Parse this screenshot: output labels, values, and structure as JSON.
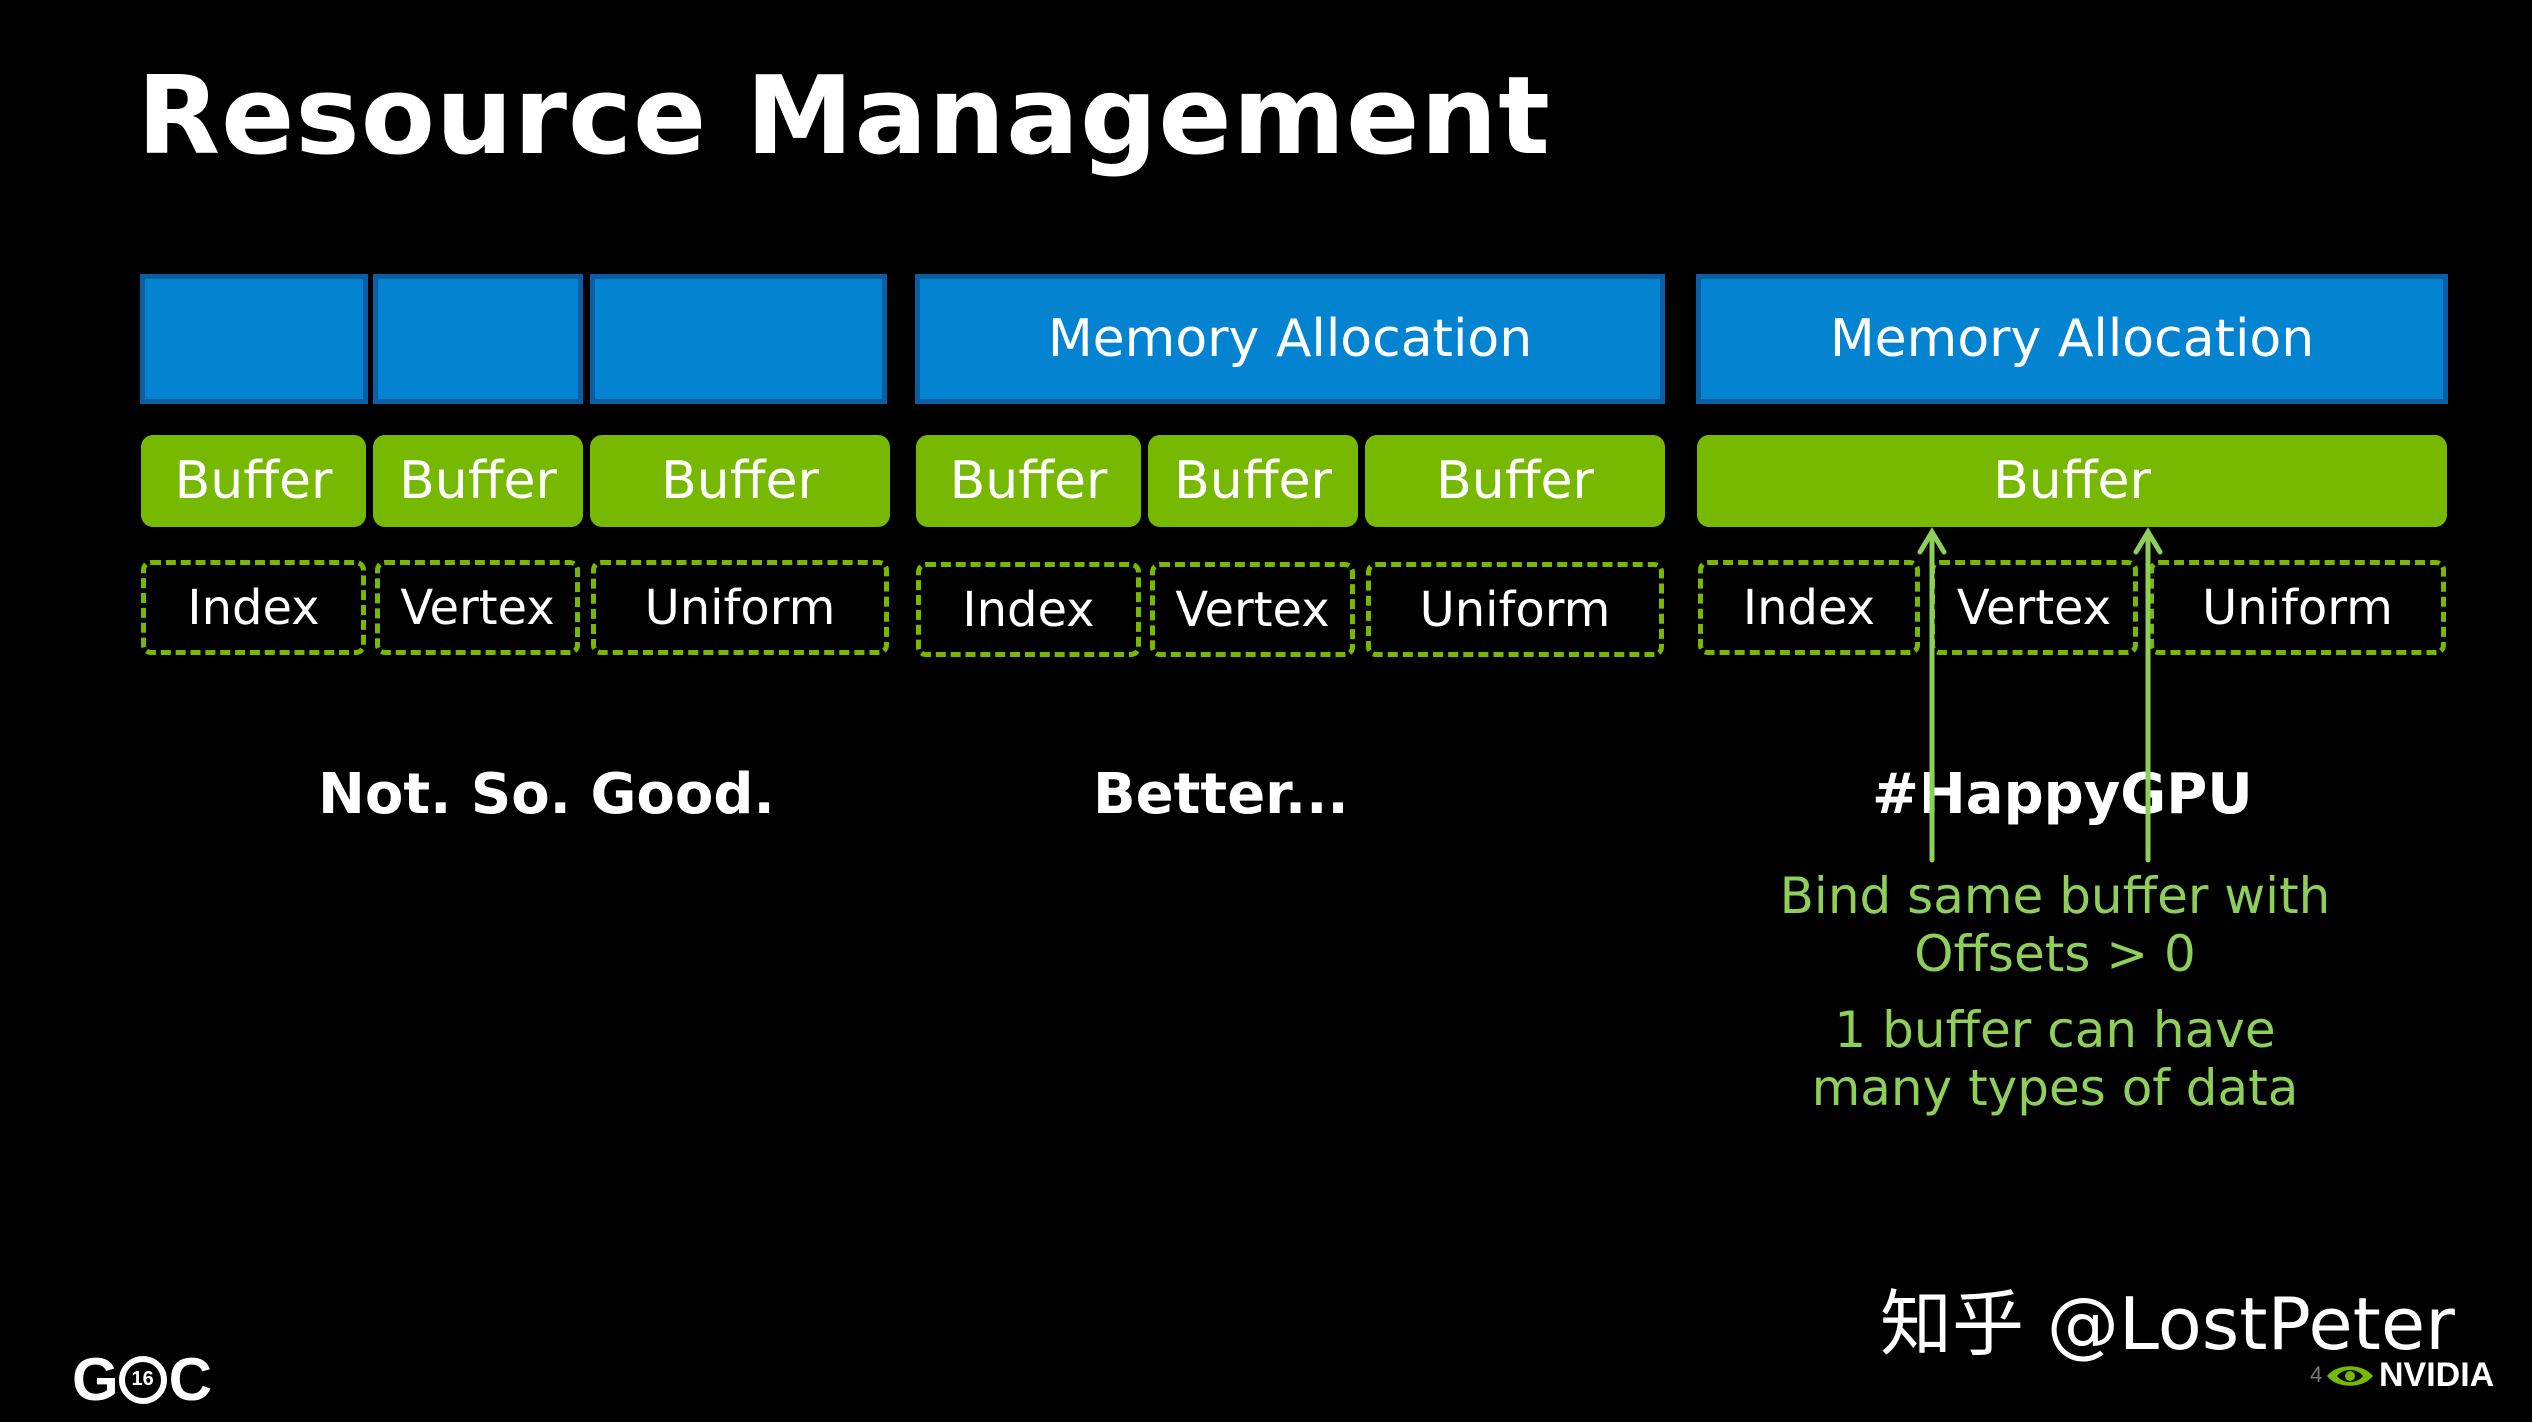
{
  "title": "Resource Management",
  "groups": [
    {
      "memory": [
        "",
        "",
        ""
      ],
      "buffers": [
        "Buffer",
        "Buffer",
        "Buffer"
      ],
      "types": [
        "Index",
        "Vertex",
        "Uniform"
      ],
      "caption": "Not.  So.  Good."
    },
    {
      "memory": [
        "Memory Allocation"
      ],
      "buffers": [
        "Buffer",
        "Buffer",
        "Buffer"
      ],
      "types": [
        "Index",
        "Vertex",
        "Uniform"
      ],
      "caption": "Better..."
    },
    {
      "memory": [
        "Memory Allocation"
      ],
      "buffers": [
        "Buffer"
      ],
      "types": [
        "Index",
        "Vertex",
        "Uniform"
      ],
      "caption": "#HappyGPU"
    }
  ],
  "notes": {
    "line1": "Bind same buffer with",
    "line2": "Offsets > 0",
    "line3": "1 buffer can have",
    "line4": "many types of data"
  },
  "watermark": "知乎 @LostPeter",
  "logos": {
    "gdc": "GDC",
    "gdc_year": "16",
    "nvidia": "NVIDIA",
    "page": "4"
  },
  "colors": {
    "memory": "#0383d0",
    "buffer": "#76b900",
    "note": "#8ecf5a",
    "background": "#000000"
  }
}
